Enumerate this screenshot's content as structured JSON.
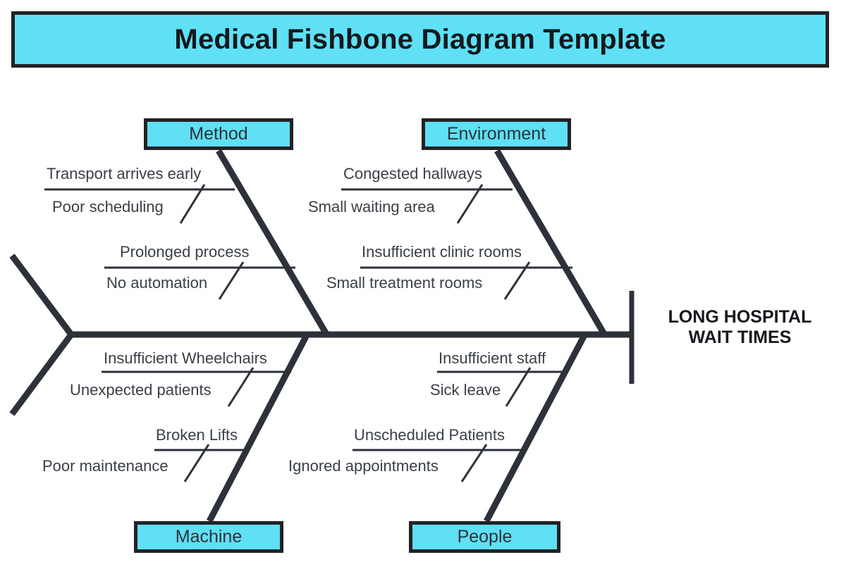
{
  "header": {
    "title": "Medical Fishbone Diagram Template",
    "background_color": "#5FE0F5",
    "border_color": "#222226",
    "text_color": "#16181d"
  },
  "chart_data": {
    "type": "diagram",
    "diagram_type": "fishbone-ishikawa",
    "title": "Medical Fishbone Diagram Template",
    "effect": "LONG HOSPITAL WAIT TIMES",
    "effect_lines": [
      "LONG HOSPITAL",
      "WAIT TIMES"
    ],
    "categories": [
      {
        "name": "Method",
        "position": "top-left",
        "groups": [
          {
            "primary": "Transport arrives early",
            "secondary": "Poor scheduling"
          },
          {
            "primary": "Prolonged process",
            "secondary": "No automation"
          }
        ]
      },
      {
        "name": "Environment",
        "position": "top-right",
        "groups": [
          {
            "primary": "Congested hallways",
            "secondary": "Small waiting area"
          },
          {
            "primary": "Insufficient clinic rooms",
            "secondary": "Small treatment rooms"
          }
        ]
      },
      {
        "name": "Machine",
        "position": "bottom-left",
        "groups": [
          {
            "primary": "Insufficient Wheelchairs",
            "secondary": "Unexpected patients"
          },
          {
            "primary": "Broken Lifts",
            "secondary": "Poor maintenance"
          }
        ]
      },
      {
        "name": "People",
        "position": "bottom-right",
        "groups": [
          {
            "primary": "Insufficient staff",
            "secondary": "Sick leave"
          },
          {
            "primary": "Unscheduled Patients",
            "secondary": "Ignored appointments"
          }
        ]
      }
    ],
    "colors": {
      "accent": "#5FE0F5",
      "stroke": "#222226",
      "bone": "#2d3139",
      "text": "#3a3f47",
      "background": "#ffffff"
    }
  },
  "boxes": {
    "method": "Method",
    "environment": "Environment",
    "machine": "Machine",
    "people": "People"
  },
  "causes": {
    "method": {
      "g1_primary": "Transport arrives early",
      "g1_secondary": "Poor scheduling",
      "g2_primary": "Prolonged process",
      "g2_secondary": "No automation"
    },
    "environment": {
      "g1_primary": "Congested hallways",
      "g1_secondary": "Small waiting area",
      "g2_primary": "Insufficient clinic rooms",
      "g2_secondary": "Small treatment rooms"
    },
    "machine": {
      "g1_primary": "Insufficient Wheelchairs",
      "g1_secondary": "Unexpected patients",
      "g2_primary": "Broken Lifts",
      "g2_secondary": "Poor maintenance"
    },
    "people": {
      "g1_primary": "Insufficient staff",
      "g1_secondary": "Sick leave",
      "g2_primary": "Unscheduled Patients",
      "g2_secondary": "Ignored appointments"
    }
  },
  "effect": {
    "line1": "LONG HOSPITAL",
    "line2": "WAIT TIMES"
  }
}
